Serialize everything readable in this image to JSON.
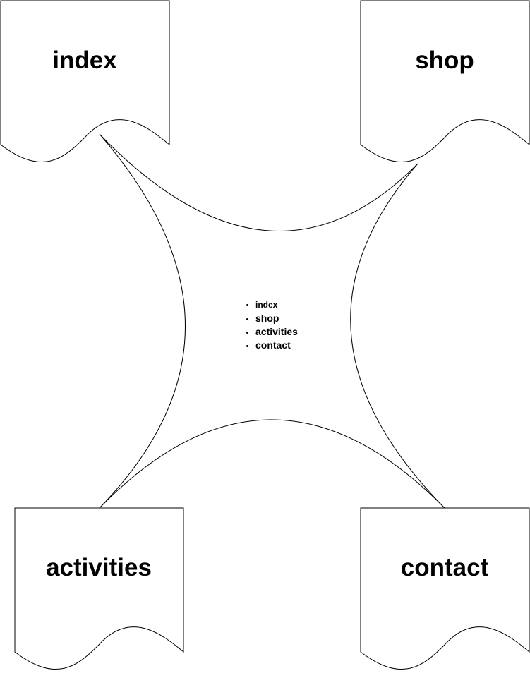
{
  "diagram": {
    "stroke_color": "#000000",
    "fill_color": "#ffffff",
    "documents": [
      {
        "id": "index",
        "label": "index"
      },
      {
        "id": "shop",
        "label": "shop"
      },
      {
        "id": "activities",
        "label": "activities"
      },
      {
        "id": "contact",
        "label": "contact"
      }
    ],
    "hub": {
      "shape": "curved-four-point-star",
      "items": [
        "index",
        "shop",
        "activities",
        "contact"
      ]
    }
  }
}
